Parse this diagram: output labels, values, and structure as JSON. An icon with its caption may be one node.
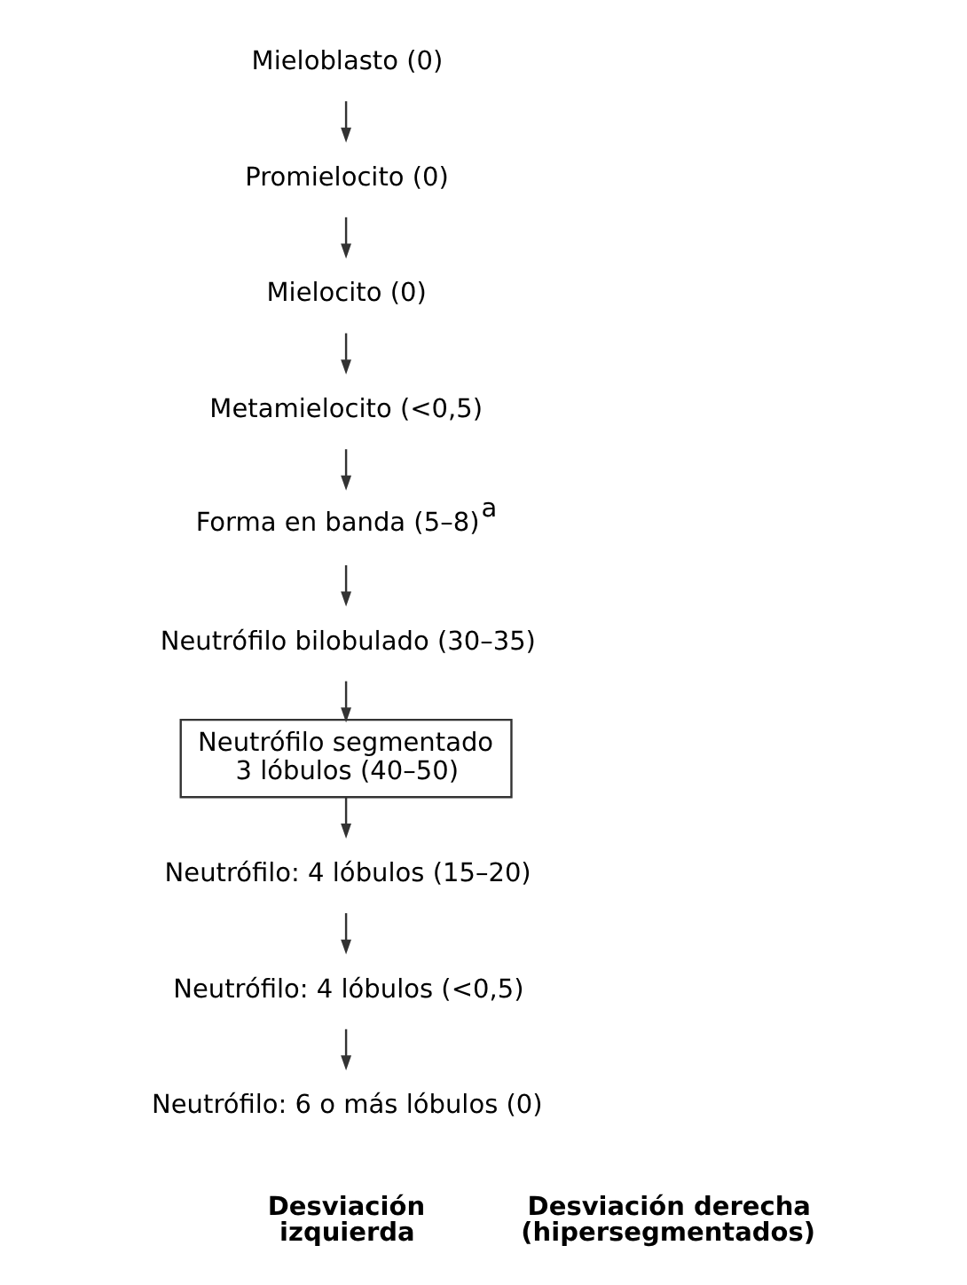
{
  "diagram": {
    "nodes": [
      {
        "text": [
          "Mieloblasto (0)"
        ]
      },
      {
        "text": [
          "Promielocito (0)"
        ]
      },
      {
        "text": [
          "Mielocito (0)"
        ]
      },
      {
        "text": [
          "Metamielocito (<0,5)"
        ]
      },
      {
        "text": [
          "Forma en banda (5–8)$^{a}$"
        ]
      },
      {
        "text": [
          "Neutrófilo bilobulado (30–35)"
        ]
      },
      {
        "text": [
          "Neutrófilo segmentado 3 lóbulos (40–50)"
        ]
      },
      {
        "text": [
          "Neutrófilo: 4 lóbulos (15–20)"
        ]
      },
      {
        "text": [
          "Neutrófilo: 4 lóbulos (<0,5)"
        ]
      },
      {
        "text": [
          "Neutrófilo: 6 o más lóbulos (0)"
        ]
      }
    ],
    "edges": [
      {
        "from": 0,
        "to": 1,
        "arrow": "to"
      },
      {
        "from": 1,
        "to": 2,
        "arrow": "to"
      },
      {
        "from": 2,
        "to": 3,
        "arrow": "to"
      },
      {
        "from": 3,
        "to": 4,
        "arrow": "to"
      },
      {
        "from": 4,
        "to": 5,
        "arrow": "to"
      },
      {
        "from": 5,
        "to": 6,
        "arrow": "to"
      },
      {
        "from": 6,
        "to": 7,
        "arrow": "to"
      },
      {
        "from": 7,
        "to": 8,
        "arrow": "to"
      },
      {
        "from": 8,
        "to": 9,
        "arrow": "to"
      }
    ],
    "labels": [
      "Desviación izquierda",
      "Desviación derecha (hipersegmentados)"
    ]
  }
}
